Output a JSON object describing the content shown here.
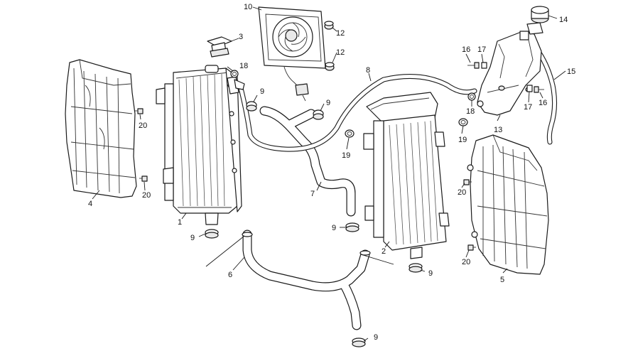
{
  "callouts": {
    "c1": "1",
    "c2": "2",
    "c3": "3",
    "c4": "4",
    "c5": "5",
    "c6": "6",
    "c7": "7",
    "c8": "8",
    "c9a": "9",
    "c9b": "9",
    "c9c": "9",
    "c9d": "9",
    "c9e": "9",
    "c9f": "9",
    "c10": "10",
    "c12a": "12",
    "c12b": "12",
    "c13": "13",
    "c14": "14",
    "c15": "15",
    "c16a": "16",
    "c16b": "16",
    "c17a": "17",
    "c17b": "17",
    "c18a": "18",
    "c18b": "18",
    "c19a": "19",
    "c19b": "19",
    "c20a": "20",
    "c20b": "20",
    "c20c": "20",
    "c20d": "20"
  }
}
